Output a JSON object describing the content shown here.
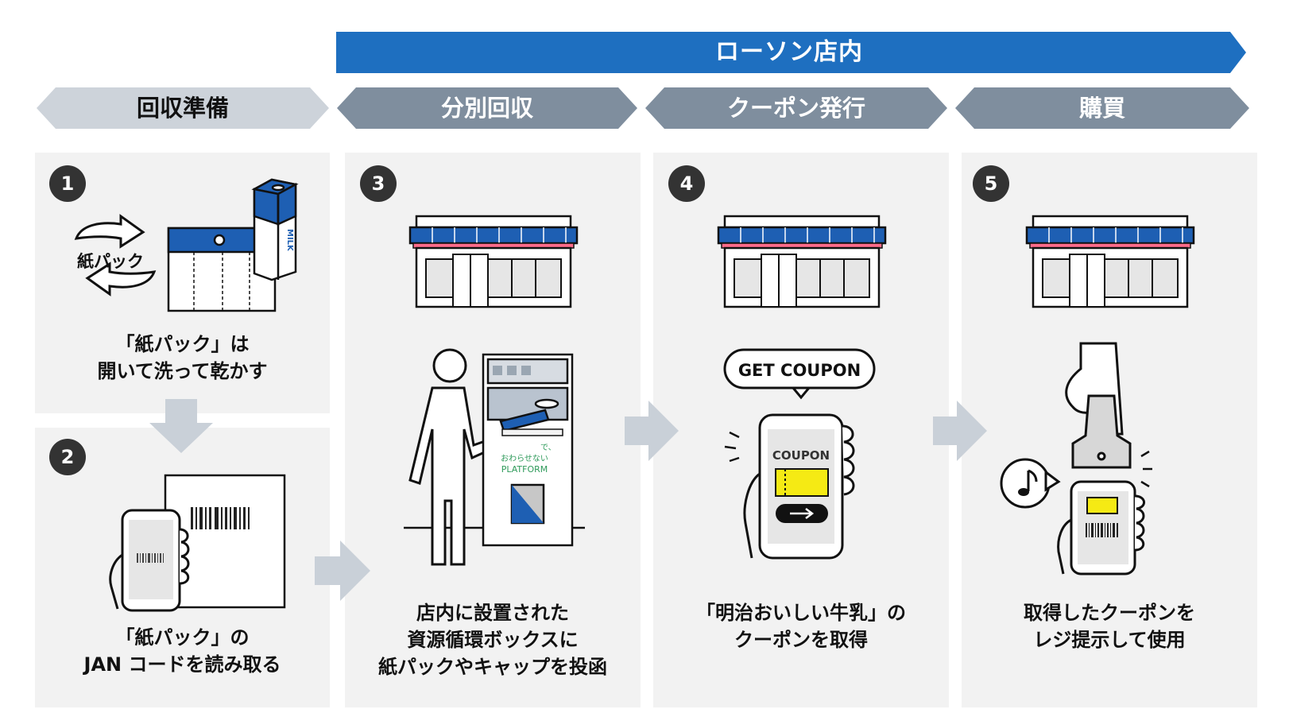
{
  "banner": {
    "label": "ローソン店内",
    "color": "#1e6fc0"
  },
  "phases": [
    {
      "label": "回収準備"
    },
    {
      "label": "分別回収"
    },
    {
      "label": "クーポン発行"
    },
    {
      "label": "購買"
    }
  ],
  "steps": [
    {
      "number": "1",
      "caption": "「紙パック」は\n開いて洗って乾かす"
    },
    {
      "number": "2",
      "caption": "「紙パック」の\nJAN コードを読み取る"
    },
    {
      "number": "3",
      "caption": "店内に設置された\n資源循環ボックスに\n紙パックやキャップを投函"
    },
    {
      "number": "4",
      "caption": "「明治おいしい牛乳」の\nクーポンを取得"
    },
    {
      "number": "5",
      "caption": "取得したクーポンを\nレジ提示して使用"
    }
  ],
  "illustration_text": {
    "carton_symbol": "紙パック",
    "milk": "MILK",
    "box_label_1": "で、",
    "box_label_2": "おわらせない",
    "box_label_3": "PLATFORM",
    "speech_bubble": "GET COUPON",
    "phone_coupon": "COUPON"
  },
  "colors": {
    "banner": "#1e6fc0",
    "phase_light": "#cdd3da",
    "phase_dark": "#7f8e9e",
    "panel": "#f2f2f2",
    "arrow": "#c9d0d8",
    "coupon": "#f5ea14",
    "store_blue": "#1e5fb3"
  },
  "icons": [
    "recycle-arrows-icon",
    "milk-carton-icon",
    "smartphone-icon",
    "barcode-icon",
    "store-icon",
    "person-icon",
    "recycle-box-icon",
    "coupon-icon",
    "hand-icon",
    "barcode-scanner-icon",
    "music-note-icon",
    "flow-arrow-icon"
  ]
}
